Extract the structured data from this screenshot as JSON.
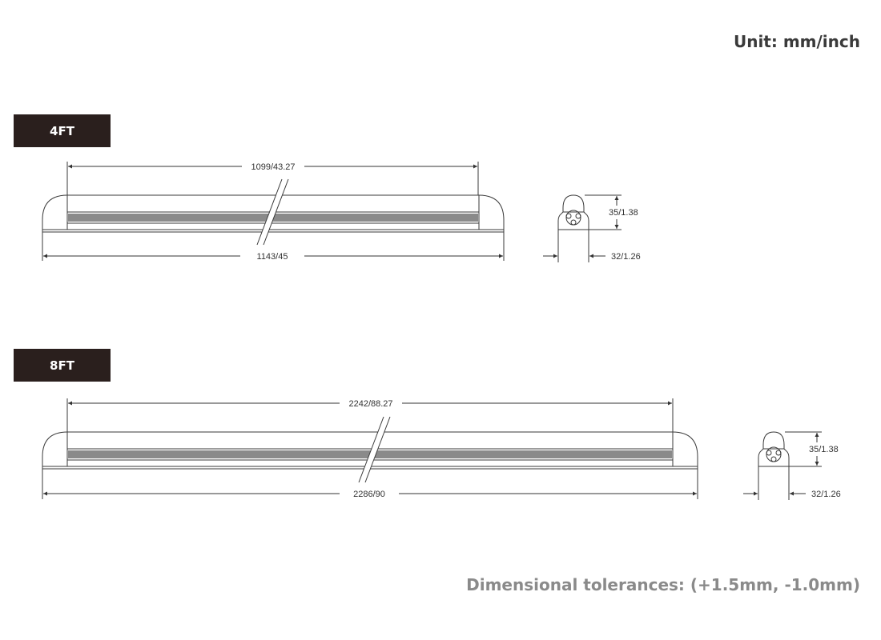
{
  "unit_label": "Unit: mm/inch",
  "tolerance_note": "Dimensional tolerances: (+1.5mm, -1.0mm)",
  "fixtures": [
    {
      "tag": "4FT",
      "inner_length": "1099/43.27",
      "overall_length": "1143/45",
      "height": "35/1.38",
      "width": "32/1.26"
    },
    {
      "tag": "8FT",
      "inner_length": "2242/88.27",
      "overall_length": "2286/90",
      "height": "35/1.38",
      "width": "32/1.26"
    }
  ],
  "colors": {
    "line": "#3a3a3a",
    "tag_bg": "#2a1f1d",
    "tolerance_text": "#8a8a8a"
  }
}
